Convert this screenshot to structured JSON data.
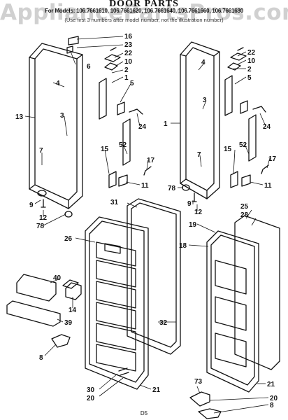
{
  "diagram": {
    "title": "DOOR PARTS",
    "models_line": "For Models: 106.7661610, 106.7661620, 106.7661640, 106.7661660, 106.7661680",
    "note_line": "(Use first 3 numbers after model number, not the illustration number)",
    "watermark": "AppliancePartsPros.com",
    "footer_code": "D5"
  },
  "callouts": [
    "16",
    "23",
    "6",
    "22",
    "10",
    "2",
    "1",
    "4",
    "5",
    "13",
    "3",
    "24",
    "52",
    "15",
    "17",
    "7",
    "11",
    "9",
    "12",
    "78",
    "31",
    "26",
    "19",
    "18",
    "25",
    "28",
    "40",
    "14",
    "32",
    "39",
    "8",
    "30",
    "20",
    "21",
    "73"
  ]
}
